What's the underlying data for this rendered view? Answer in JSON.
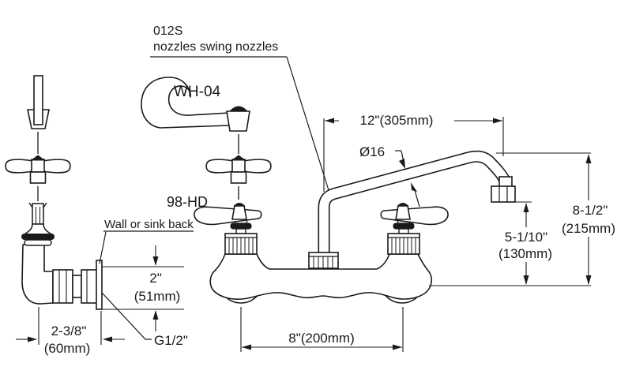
{
  "labels": {
    "nozzle_code": "012S",
    "nozzle_desc": "nozzles swing nozzles",
    "blade_handle_code": "WH-04",
    "lever_handle_code": "98-HD",
    "wall_note": "Wall or sink back",
    "thread_size": "G1/2\"",
    "spout_diameter": "Ø16"
  },
  "dimensions": {
    "spout_reach": "12\"(305mm)",
    "spout_height_in": "8-1/2\"",
    "spout_height_mm": "(215mm)",
    "outlet_clearance_in": "5-1/10\"",
    "outlet_clearance_mm": "(130mm)",
    "faucet_centers": "8\"(200mm)",
    "wall_flange_in": "2\"",
    "wall_flange_mm": "(51mm)",
    "elbow_depth_in": "2-3/8\"",
    "elbow_depth_mm": "(60mm)"
  },
  "colors": {
    "line": "#1a1a1a",
    "background": "#ffffff"
  }
}
